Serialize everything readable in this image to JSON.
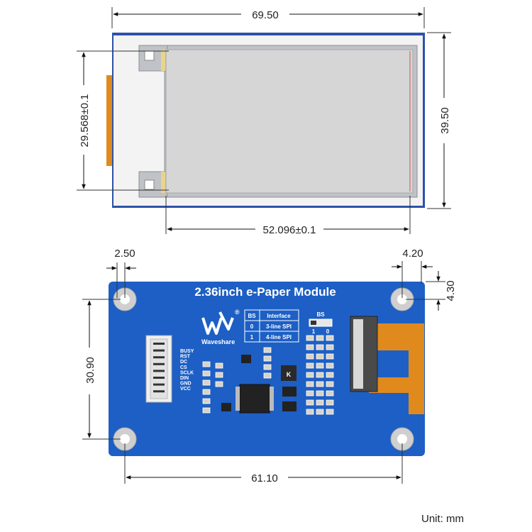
{
  "dimensions": {
    "top_width": "69.50",
    "active_height": "29.568±0.1",
    "outline_height": "39.50",
    "active_width": "52.096±0.1",
    "hole_offset_left": "2.50",
    "hole_offset_right": "4.20",
    "hole_offset_top": "4.30",
    "pcb_hole_height": "30.90",
    "pcb_hole_width": "61.10"
  },
  "board": {
    "title": "2.36inch e-Paper Module",
    "brand": "Waveshare",
    "registered_mark": "®",
    "pins": [
      "BUSY",
      "RST",
      "DC",
      "CS",
      "SCLK",
      "DIN",
      "GND",
      "VCC"
    ],
    "bs_table": {
      "headers": [
        "BS",
        "Interface"
      ],
      "rows": [
        [
          "0",
          "3-line SPI"
        ],
        [
          "1",
          "4-line SPI"
        ]
      ]
    },
    "bs_switch": {
      "label": "BS",
      "left": "1",
      "right": "0"
    },
    "diode_mark": "K"
  },
  "unit_note": "Unit: mm",
  "colors": {
    "pcb_blue": "#1d5fc4",
    "panel_edge": "#2c52a8",
    "screen_gray": "#d6d6d6",
    "fpc_orange": "#e08a1e"
  }
}
